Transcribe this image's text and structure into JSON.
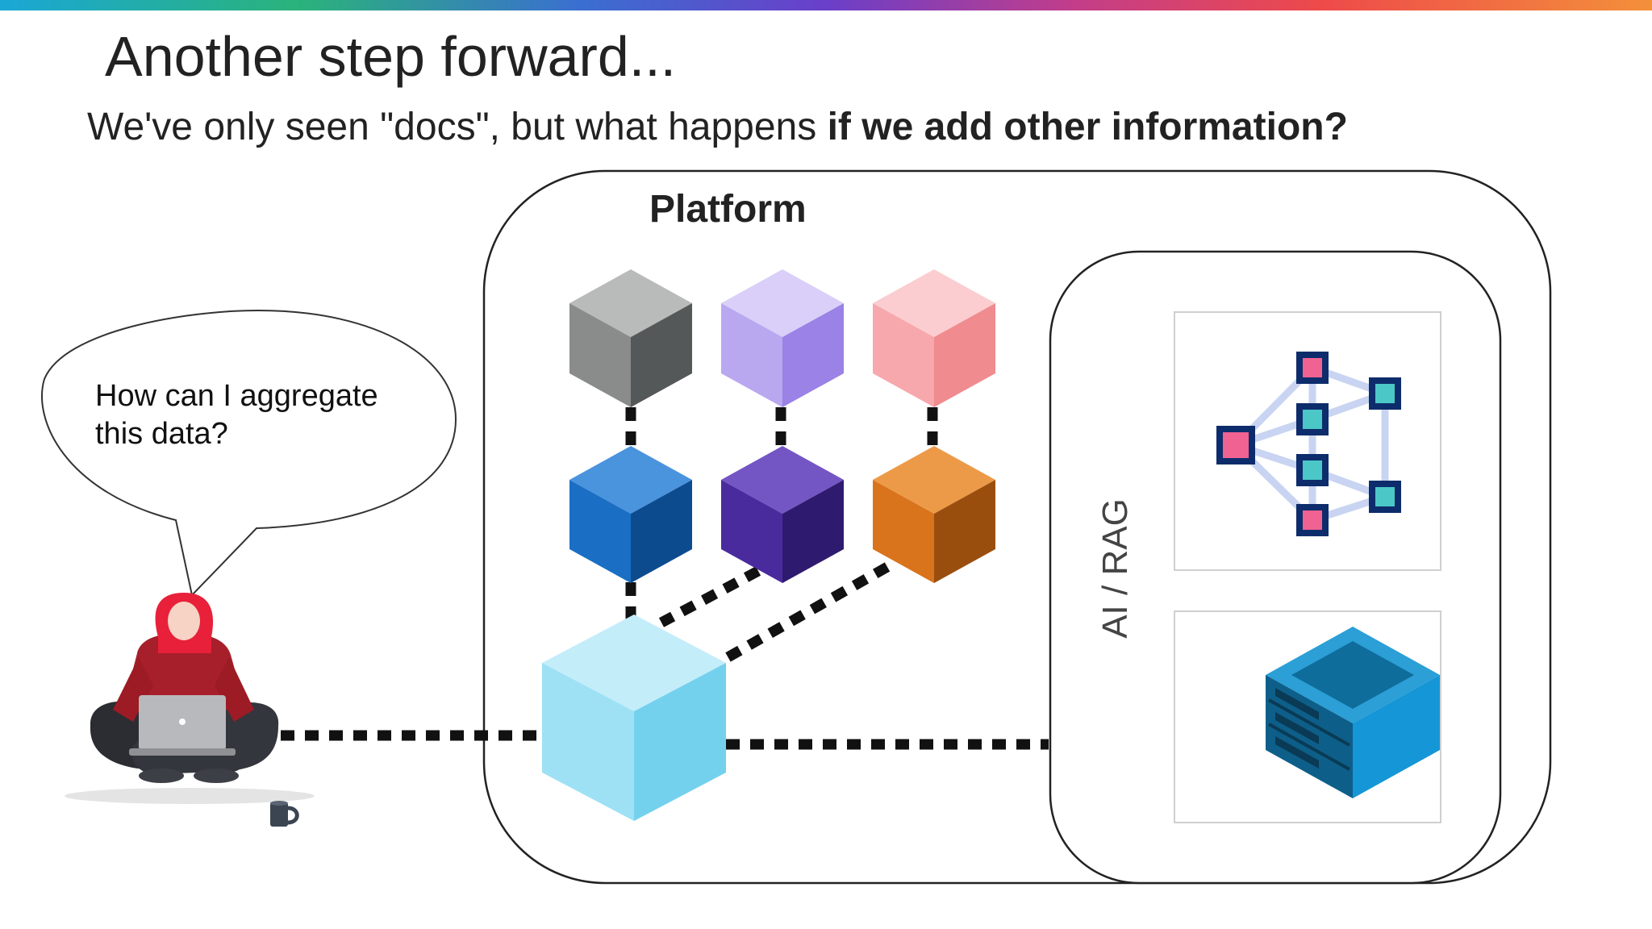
{
  "slide": {
    "title": "Another step forward...",
    "subtitle_normal": "We've only seen \"docs\", but what happens ",
    "subtitle_bold": "if we add other information?"
  },
  "speech_bubble": {
    "text": "How can I aggregate this data?"
  },
  "platform": {
    "label": "Platform"
  },
  "ai_rag": {
    "label": "AI / RAG"
  },
  "icons": {
    "person": "woman-with-laptop-illustration",
    "mug": "coffee-mug-icon",
    "graph": "knowledge-graph-icon",
    "server": "server-rack-icon",
    "cube": "data-source-cube-icon"
  },
  "colors": {
    "cube_gray": "#8a8c8c",
    "cube_lavender": "#b9a8f0",
    "cube_pink": "#f7a8ad",
    "cube_blue": "#1a6fc4",
    "cube_purple": "#4a2b9e",
    "cube_orange": "#d9741c",
    "cube_lightblue": "#8fdcf2",
    "hair_red": "#e8203a",
    "server_blue": "#1596d6",
    "graph_navy": "#0d2c6b",
    "graph_teal": "#4bc7c7",
    "graph_pink": "#f06292"
  }
}
